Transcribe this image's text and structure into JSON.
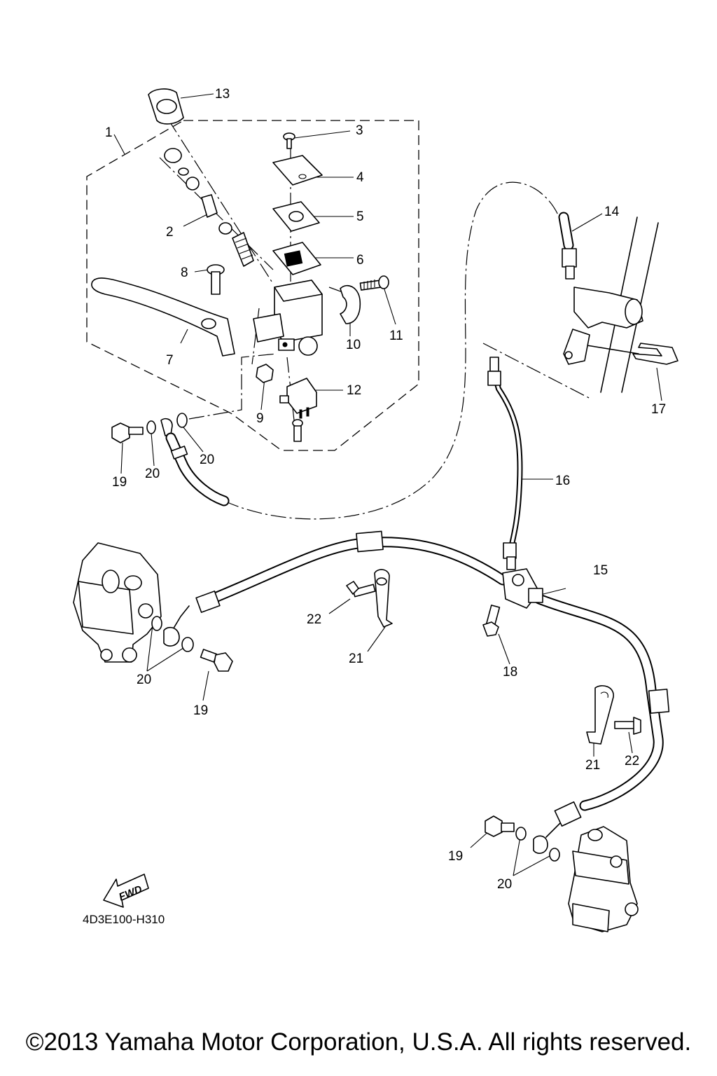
{
  "callouts": {
    "c1": "1",
    "c2": "2",
    "c3": "3",
    "c4": "4",
    "c5": "5",
    "c6": "6",
    "c7": "7",
    "c8": "8",
    "c9": "9",
    "c10": "10",
    "c11": "11",
    "c12": "12",
    "c13": "13",
    "c14": "14",
    "c15": "15",
    "c16": "16",
    "c17": "17",
    "c18": "18",
    "c19a": "19",
    "c19b": "19",
    "c19c": "19",
    "c20a": "20",
    "c20b": "20",
    "c20c": "20",
    "c20d": "20",
    "c21a": "21",
    "c21b": "21",
    "c22a": "22",
    "c22b": "22"
  },
  "fwd_label": "FWD",
  "diagram_code": "4D3E100-H310",
  "copyright": "©2013 Yamaha Motor Corporation, U.S.A. All rights reserved."
}
